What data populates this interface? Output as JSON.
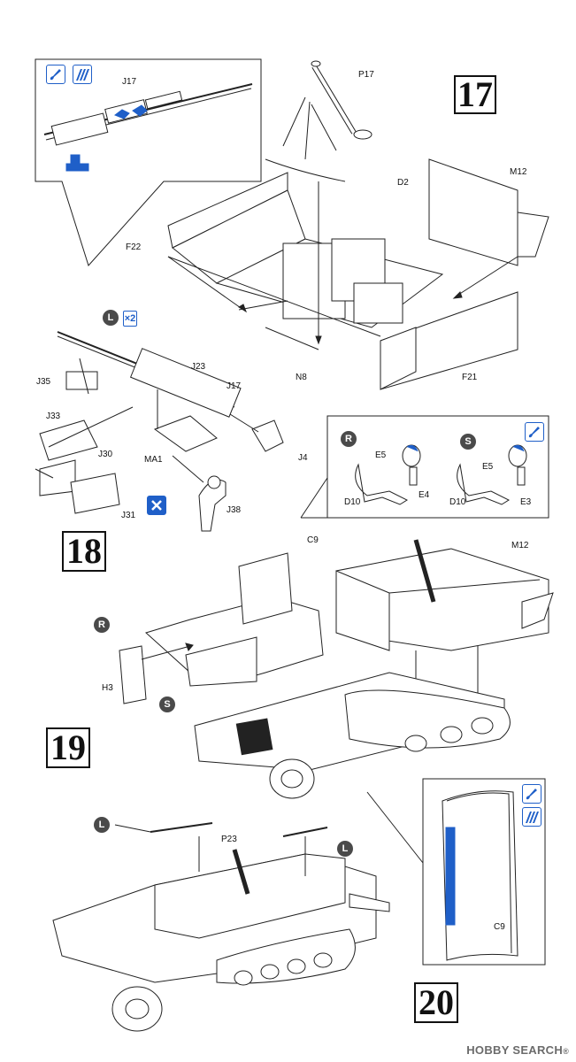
{
  "steps": {
    "s17": "17",
    "s18": "18",
    "s19": "19",
    "s20": "20"
  },
  "parts": {
    "j17_a": "J17",
    "p17": "P17",
    "d2": "D2",
    "m12_a": "M12",
    "f22": "F22",
    "n8": "N8",
    "f21": "F21",
    "j35": "J35",
    "j23": "J23",
    "j17_b": "J17",
    "j33": "J33",
    "j30": "J30",
    "ma1": "MA1",
    "j4": "J4",
    "j31": "J31",
    "j38": "J38",
    "e5_a": "E5",
    "e4": "E4",
    "d10_a": "D10",
    "e5_b": "E5",
    "e3": "E3",
    "d10_b": "D10",
    "c9_a": "C9",
    "m12_b": "M12",
    "h3": "H3",
    "p23": "P23",
    "c9_b": "C9"
  },
  "badges": {
    "l1": "L",
    "qty": "×2",
    "r1": "R",
    "s1": "S",
    "r2": "R",
    "s2": "S",
    "l2": "L",
    "l3": "L"
  },
  "watermark": {
    "brand": "HOBBY SEARCH",
    "reg": "®"
  },
  "icons": {
    "paint_brush": "paint-brush-icon",
    "paint_stripe": "paint-stripe-icon",
    "cut": "cut-icon"
  },
  "colors": {
    "accent_blue": "#1f5fc8",
    "line": "#222222"
  }
}
